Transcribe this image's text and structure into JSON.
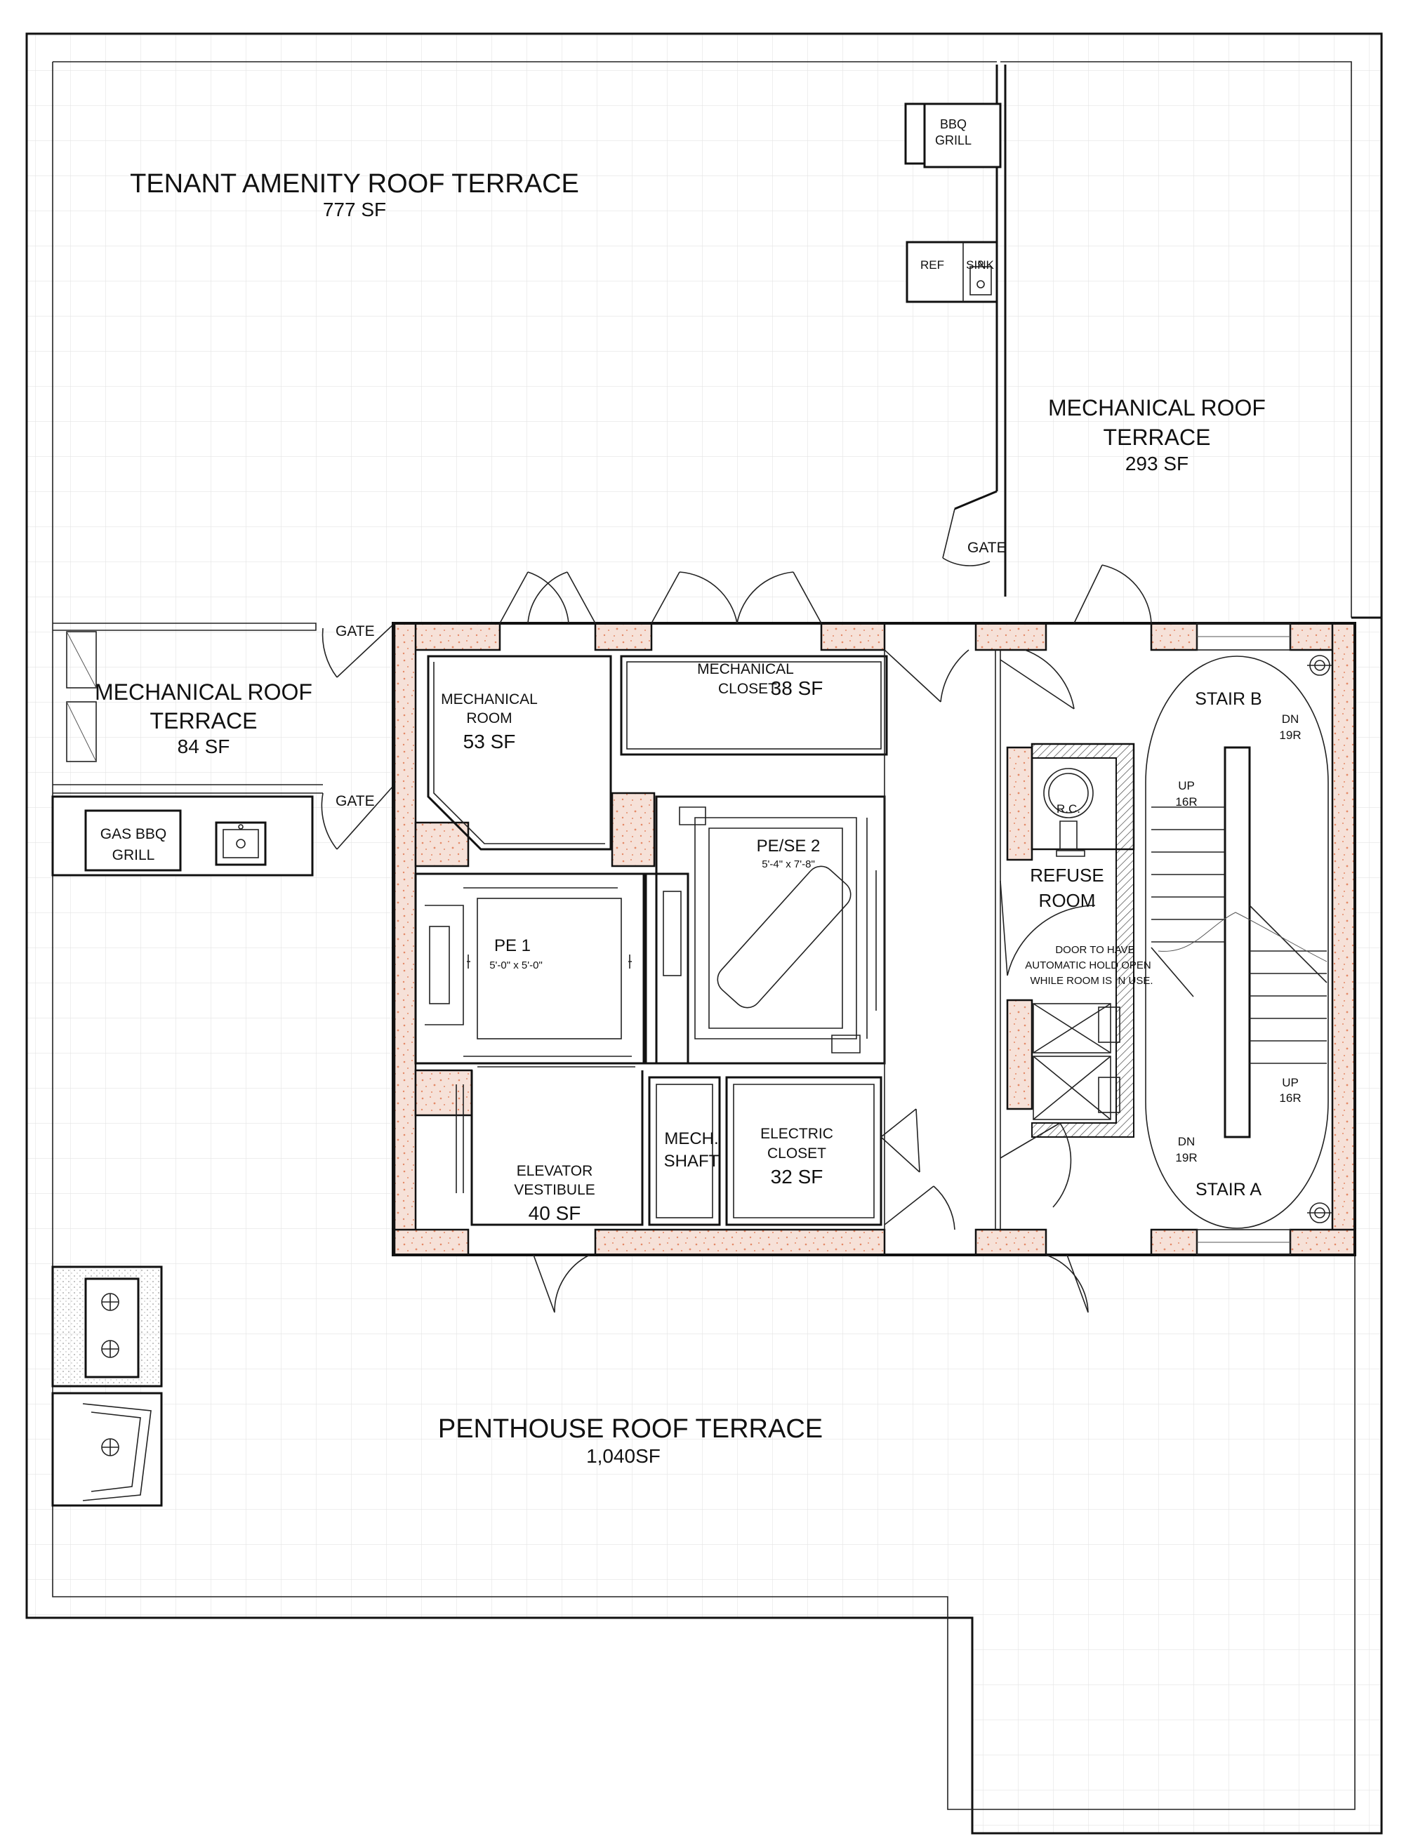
{
  "colors": {
    "background": "#ffffff",
    "lines": "#111111",
    "grid": "#e4e4e4",
    "core_wall_fill": "#f6e1d8",
    "core_wall_speckle": "#e48a68"
  },
  "spaces": {
    "tenant_terrace": {
      "name": "TENANT AMENITY ROOF TERRACE",
      "area": "777 SF"
    },
    "mech_terrace_east": {
      "line1": "MECHANICAL ROOF",
      "line2": "TERRACE",
      "area": "293 SF"
    },
    "mech_terrace_west": {
      "line1": "MECHANICAL ROOF",
      "line2": "TERRACE",
      "area": "84 SF"
    },
    "penthouse_terrace": {
      "name": "PENTHOUSE ROOF TERRACE",
      "area": "1,040SF"
    },
    "mech_room": {
      "line1": "MECHANICAL",
      "line2": "ROOM",
      "area": "53 SF"
    },
    "mech_closet": {
      "line1": "MECHANICAL",
      "line2": "CLOSET",
      "area": "38 SF"
    },
    "elev_vestibule": {
      "line1": "ELEVATOR",
      "line2": "VESTIBULE",
      "area": "40 SF"
    },
    "mech_shaft": {
      "line1": "MECH.",
      "line2": "SHAFT"
    },
    "electric_closet": {
      "line1": "ELECTRIC",
      "line2": "CLOSET",
      "area": "32 SF"
    },
    "refuse_room": {
      "line1": "REFUSE",
      "line2": "ROOM"
    }
  },
  "elevators": {
    "pe1": {
      "name": "PE 1",
      "size": "5'-0\" x 5'-0\""
    },
    "pe2": {
      "name": "PE/SE 2",
      "size": "5'-4\" x 7'-8\""
    }
  },
  "stairs": {
    "stair_b": "STAIR  B",
    "stair_a": "STAIR  A",
    "b_dn": "DN",
    "b_dn_r": "19R",
    "b_up": "UP",
    "b_up_r": "16R",
    "a_up": "UP",
    "a_up_r": "16R",
    "a_dn": "DN",
    "a_dn_r": "19R"
  },
  "equipment": {
    "bbq_grill_line1": "BBQ",
    "bbq_grill_line2": "GRILL",
    "ref": "REF",
    "sink": "SINK",
    "gas_bbq_line1": "GAS BBQ",
    "gas_bbq_line2": "GRILL",
    "rc": "R.C."
  },
  "gates": {
    "gate_1": "GATE",
    "gate_2": "GATE",
    "gate_3": "GATE"
  },
  "notes": {
    "refuse_line1": "DOOR TO HAVE",
    "refuse_line2": "AUTOMATIC HOLD OPEN",
    "refuse_line3": "WHILE ROOM IS IN USE."
  }
}
